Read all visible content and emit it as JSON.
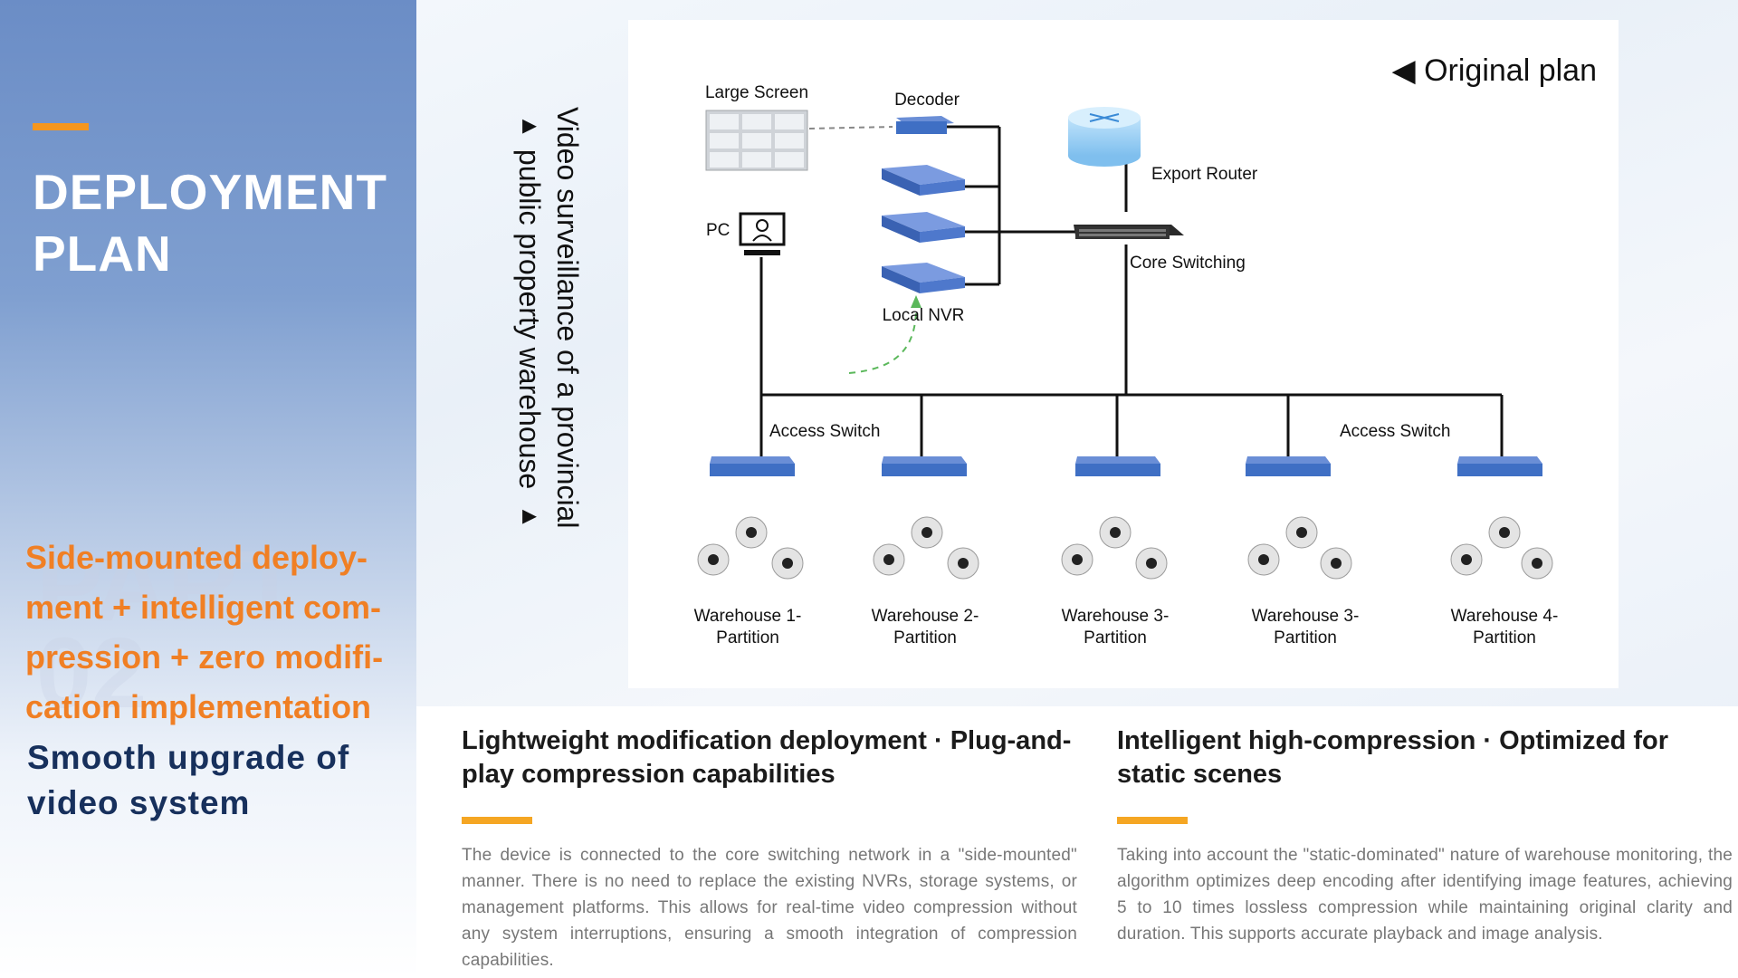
{
  "left": {
    "title": "DEPLOYMENT PLAN",
    "watermark": "PART 02",
    "orange_text": "Side-mounted deploy-ment + intelligent com-pression + zero modifi-cation implementation",
    "navy_text": "Smooth upgrade of video system"
  },
  "caption": {
    "line1": "Video surveillance of a provincial",
    "line2": "▸ public property warehouse ▸"
  },
  "diagram": {
    "heading": "◀  Original plan",
    "labels": {
      "large_screen": "Large Screen",
      "decoder": "Decoder",
      "pc": "PC",
      "export_router": "Export Router",
      "core_switching": "Core Switching",
      "local_nvr": "Local NVR",
      "access_switch_1": "Access Switch",
      "access_switch_2": "Access Switch"
    },
    "warehouses": [
      {
        "line1": "Warehouse 1-",
        "line2": "Partition"
      },
      {
        "line1": "Warehouse 2-",
        "line2": "Partition"
      },
      {
        "line1": "Warehouse 3-",
        "line2": "Partition"
      },
      {
        "line1": "Warehouse 3-",
        "line2": "Partition"
      },
      {
        "line1": "Warehouse 4-",
        "line2": "Partition"
      }
    ]
  },
  "bottom": {
    "col1": {
      "title": "Lightweight modification deployment · Plug-and-play compression capabilities",
      "body": "The device is connected to the core switching network in a \"side-mounted\" manner. There is no need to replace the existing NVRs, storage systems, or management platforms. This allows for real-time video compression without any system interruptions, ensuring a smooth integration of compression capabilities."
    },
    "col2": {
      "title": "Intelligent high-compression · Optimized for static scenes",
      "body": "Taking into account the \"static-dominated\" nature of warehouse monitoring, the algorithm optimizes deep encoding after identifying image features, achieving 5 to 10 times lossless compression while maintaining original clarity and duration. This supports accurate playback and image analysis."
    }
  },
  "colors": {
    "accent_orange": "#f5961d",
    "orange_text": "#f07f24",
    "navy": "#17305c",
    "device_blue": "#3f6fc4"
  }
}
